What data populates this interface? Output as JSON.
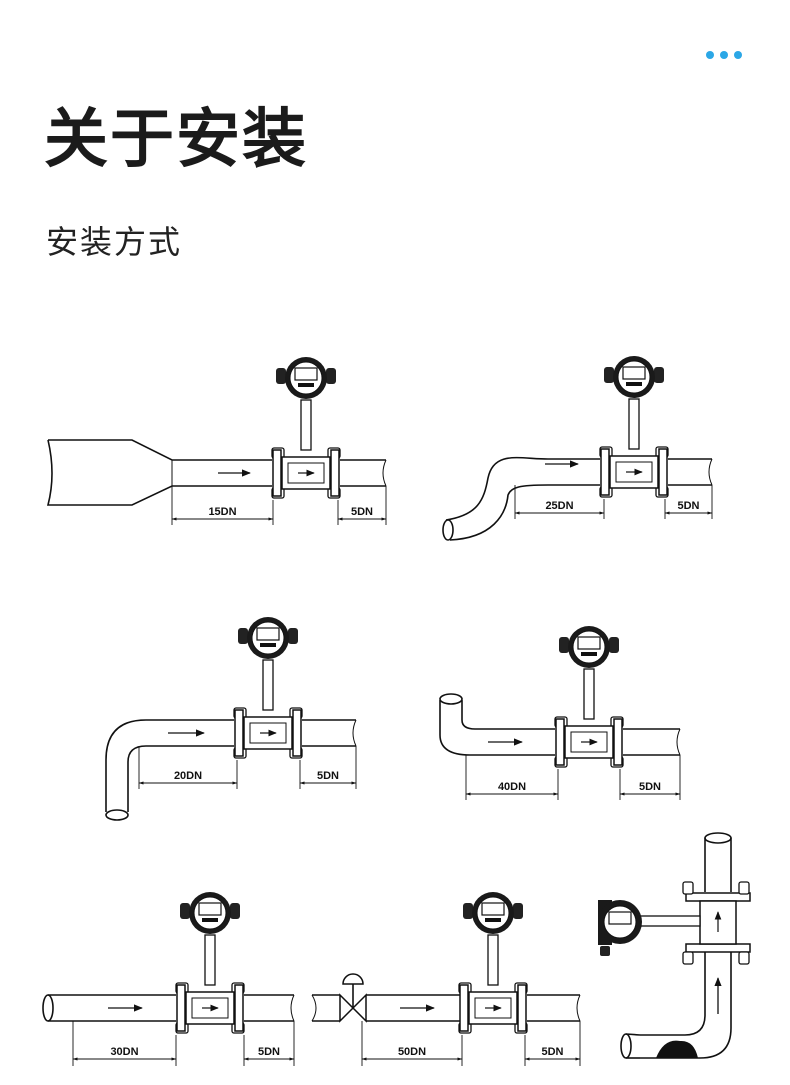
{
  "header": {
    "title": "关于安装",
    "subtitle": "安装方式",
    "menu_icon": "more-dots-icon",
    "accent_color": "#2ba7e6"
  },
  "diagrams": [
    {
      "name": "reducer",
      "upstream": "15DN",
      "downstream": "5DN"
    },
    {
      "name": "bend-down",
      "upstream": "25DN",
      "downstream": "5DN"
    },
    {
      "name": "elbow-down",
      "upstream": "20DN",
      "downstream": "5DN"
    },
    {
      "name": "elbow-up",
      "upstream": "40DN",
      "downstream": "5DN"
    },
    {
      "name": "straight-inlet",
      "upstream": "30DN",
      "downstream": "5DN"
    },
    {
      "name": "valve",
      "upstream": "50DN",
      "downstream": "5DN"
    },
    {
      "name": "vertical"
    }
  ]
}
